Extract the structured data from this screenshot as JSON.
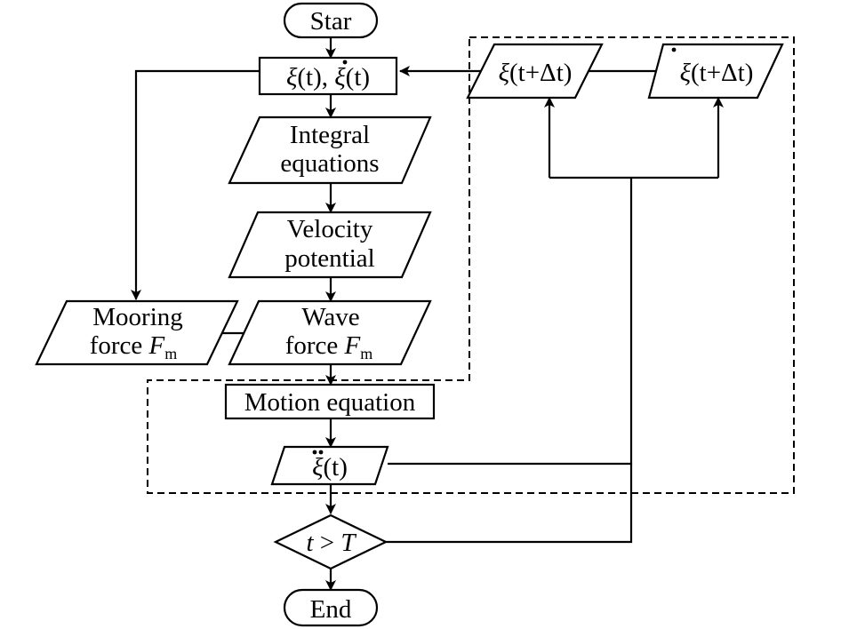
{
  "nodes": {
    "start": "Star",
    "state_init": {
      "xi": "ξ",
      "arg": "(t), ",
      "xidot": "ξ",
      "arg2": "(t)"
    },
    "integral": [
      "Integral",
      "equations"
    ],
    "velocity": [
      "Velocity",
      "potential"
    ],
    "mooring": {
      "line1": "Mooring",
      "line2": "force ",
      "sym": "F",
      "sub": "m"
    },
    "wave": {
      "line1": "Wave",
      "line2": "force ",
      "sym": "F",
      "sub": "m"
    },
    "motion": "Motion equation",
    "accel": {
      "xi": "ξ",
      "arg": "(t)"
    },
    "decision": {
      "t": "t",
      "op": " > ",
      "T": "T"
    },
    "end": "End",
    "disp_next": {
      "xi": "ξ",
      "arg": "(t+Δt)"
    },
    "vel_next": {
      "xi": "ξ",
      "arg": "(t+Δt)"
    }
  }
}
